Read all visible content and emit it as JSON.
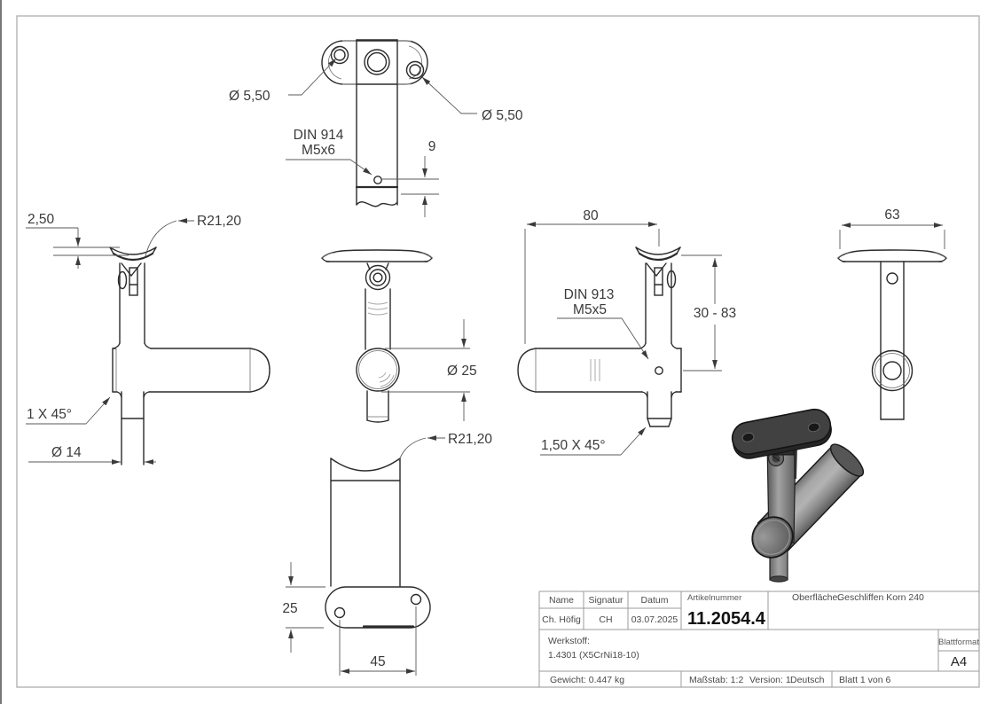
{
  "window": {
    "background": "#ffffff",
    "frame_color": "#b3b3b3",
    "line_color": "#2b2b2b",
    "dimension_color": "#3a3a3a",
    "render_gray": "#8d8d8d"
  },
  "drawing": {
    "top_view": {
      "hole_left": "Ø 5,50",
      "hole_right": "Ø 5,50",
      "setscrew_standard": "DIN 914",
      "setscrew_size": "M5x6",
      "setscrew_depth": "9"
    },
    "side_left_view": {
      "saddle_thickness": "2,50",
      "saddle_radius": "R21,20",
      "chamfer": "1 X 45°",
      "stem_diameter": "Ø 14"
    },
    "front_view": {
      "tube_diameter": "Ø 25"
    },
    "bottom_view": {
      "saddle_radius": "R21,20",
      "plate_width": "25",
      "hole_spacing": "45"
    },
    "side_right_view": {
      "tube_length": "80",
      "setscrew_standard": "DIN 913",
      "setscrew_size": "M5x5",
      "height_range": "30 - 83",
      "chamfer": "1,50 X 45°"
    },
    "front_right_view": {
      "plate_length": "63"
    }
  },
  "title_block": {
    "name_label": "Name",
    "signature_label": "Signatur",
    "date_label": "Datum",
    "name": "Ch. Höfig",
    "signature": "CH",
    "date": "03.07.2025",
    "article_number_label": "Artikelnummer",
    "article_number": "11.2054.4",
    "surface_label": "Oberfläche:",
    "surface": "Geschliffen Korn 240",
    "material_label": "Werkstoff:",
    "material": "1.4301 (X5CrNi18-10)",
    "sheet_format_label": "Blattformat",
    "sheet_format": "A4",
    "weight": "Gewicht: 0.447 kg",
    "scale": "Maßstab: 1:2",
    "version": "Version: 1",
    "language": "Deutsch",
    "sheet": "Blatt 1 von 6"
  }
}
